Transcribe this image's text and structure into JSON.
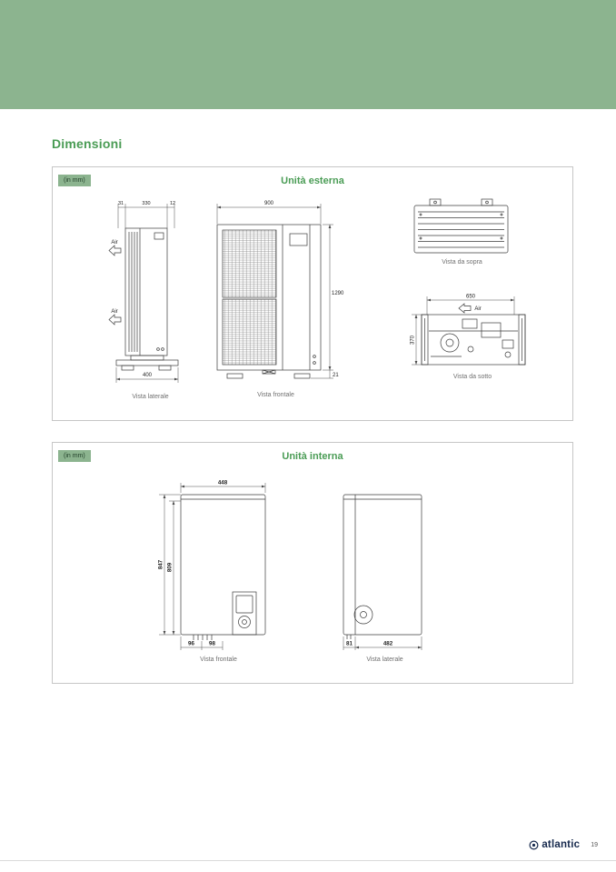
{
  "page": {
    "title": "Dimensioni"
  },
  "external_unit": {
    "badge": "(in mm)",
    "title": "Unità esterna",
    "side_view": {
      "label": "Vista laterale",
      "dim_top_left": "31",
      "dim_top_mid": "330",
      "dim_top_right": "12",
      "dim_bottom": "400",
      "air_top": "Air",
      "air_bottom": "Air"
    },
    "front_view": {
      "label": "Vista frontale",
      "dim_width": "900",
      "dim_height": "1290",
      "dim_base": "21"
    },
    "top_view": {
      "label": "Vista da sopra"
    },
    "bottom_view": {
      "label": "Vista da sotto",
      "dim_width": "650",
      "dim_depth": "370",
      "air": "Air"
    }
  },
  "internal_unit": {
    "badge": "(in mm)",
    "title": "Unità interna",
    "front_view": {
      "label": "Vista frontale",
      "dim_width": "448",
      "dim_height_total": "847",
      "dim_height_body": "809",
      "dim_conn_left": "96",
      "dim_conn_right": "98"
    },
    "side_view": {
      "label": "Vista laterale",
      "dim_front_offset": "81",
      "dim_depth": "482"
    }
  },
  "footer": {
    "brand": "atlantic",
    "page_number": "19"
  },
  "colors": {
    "band_green": "#8cb48f",
    "accent_green": "#4a9c55",
    "brand_navy": "#16294d"
  }
}
